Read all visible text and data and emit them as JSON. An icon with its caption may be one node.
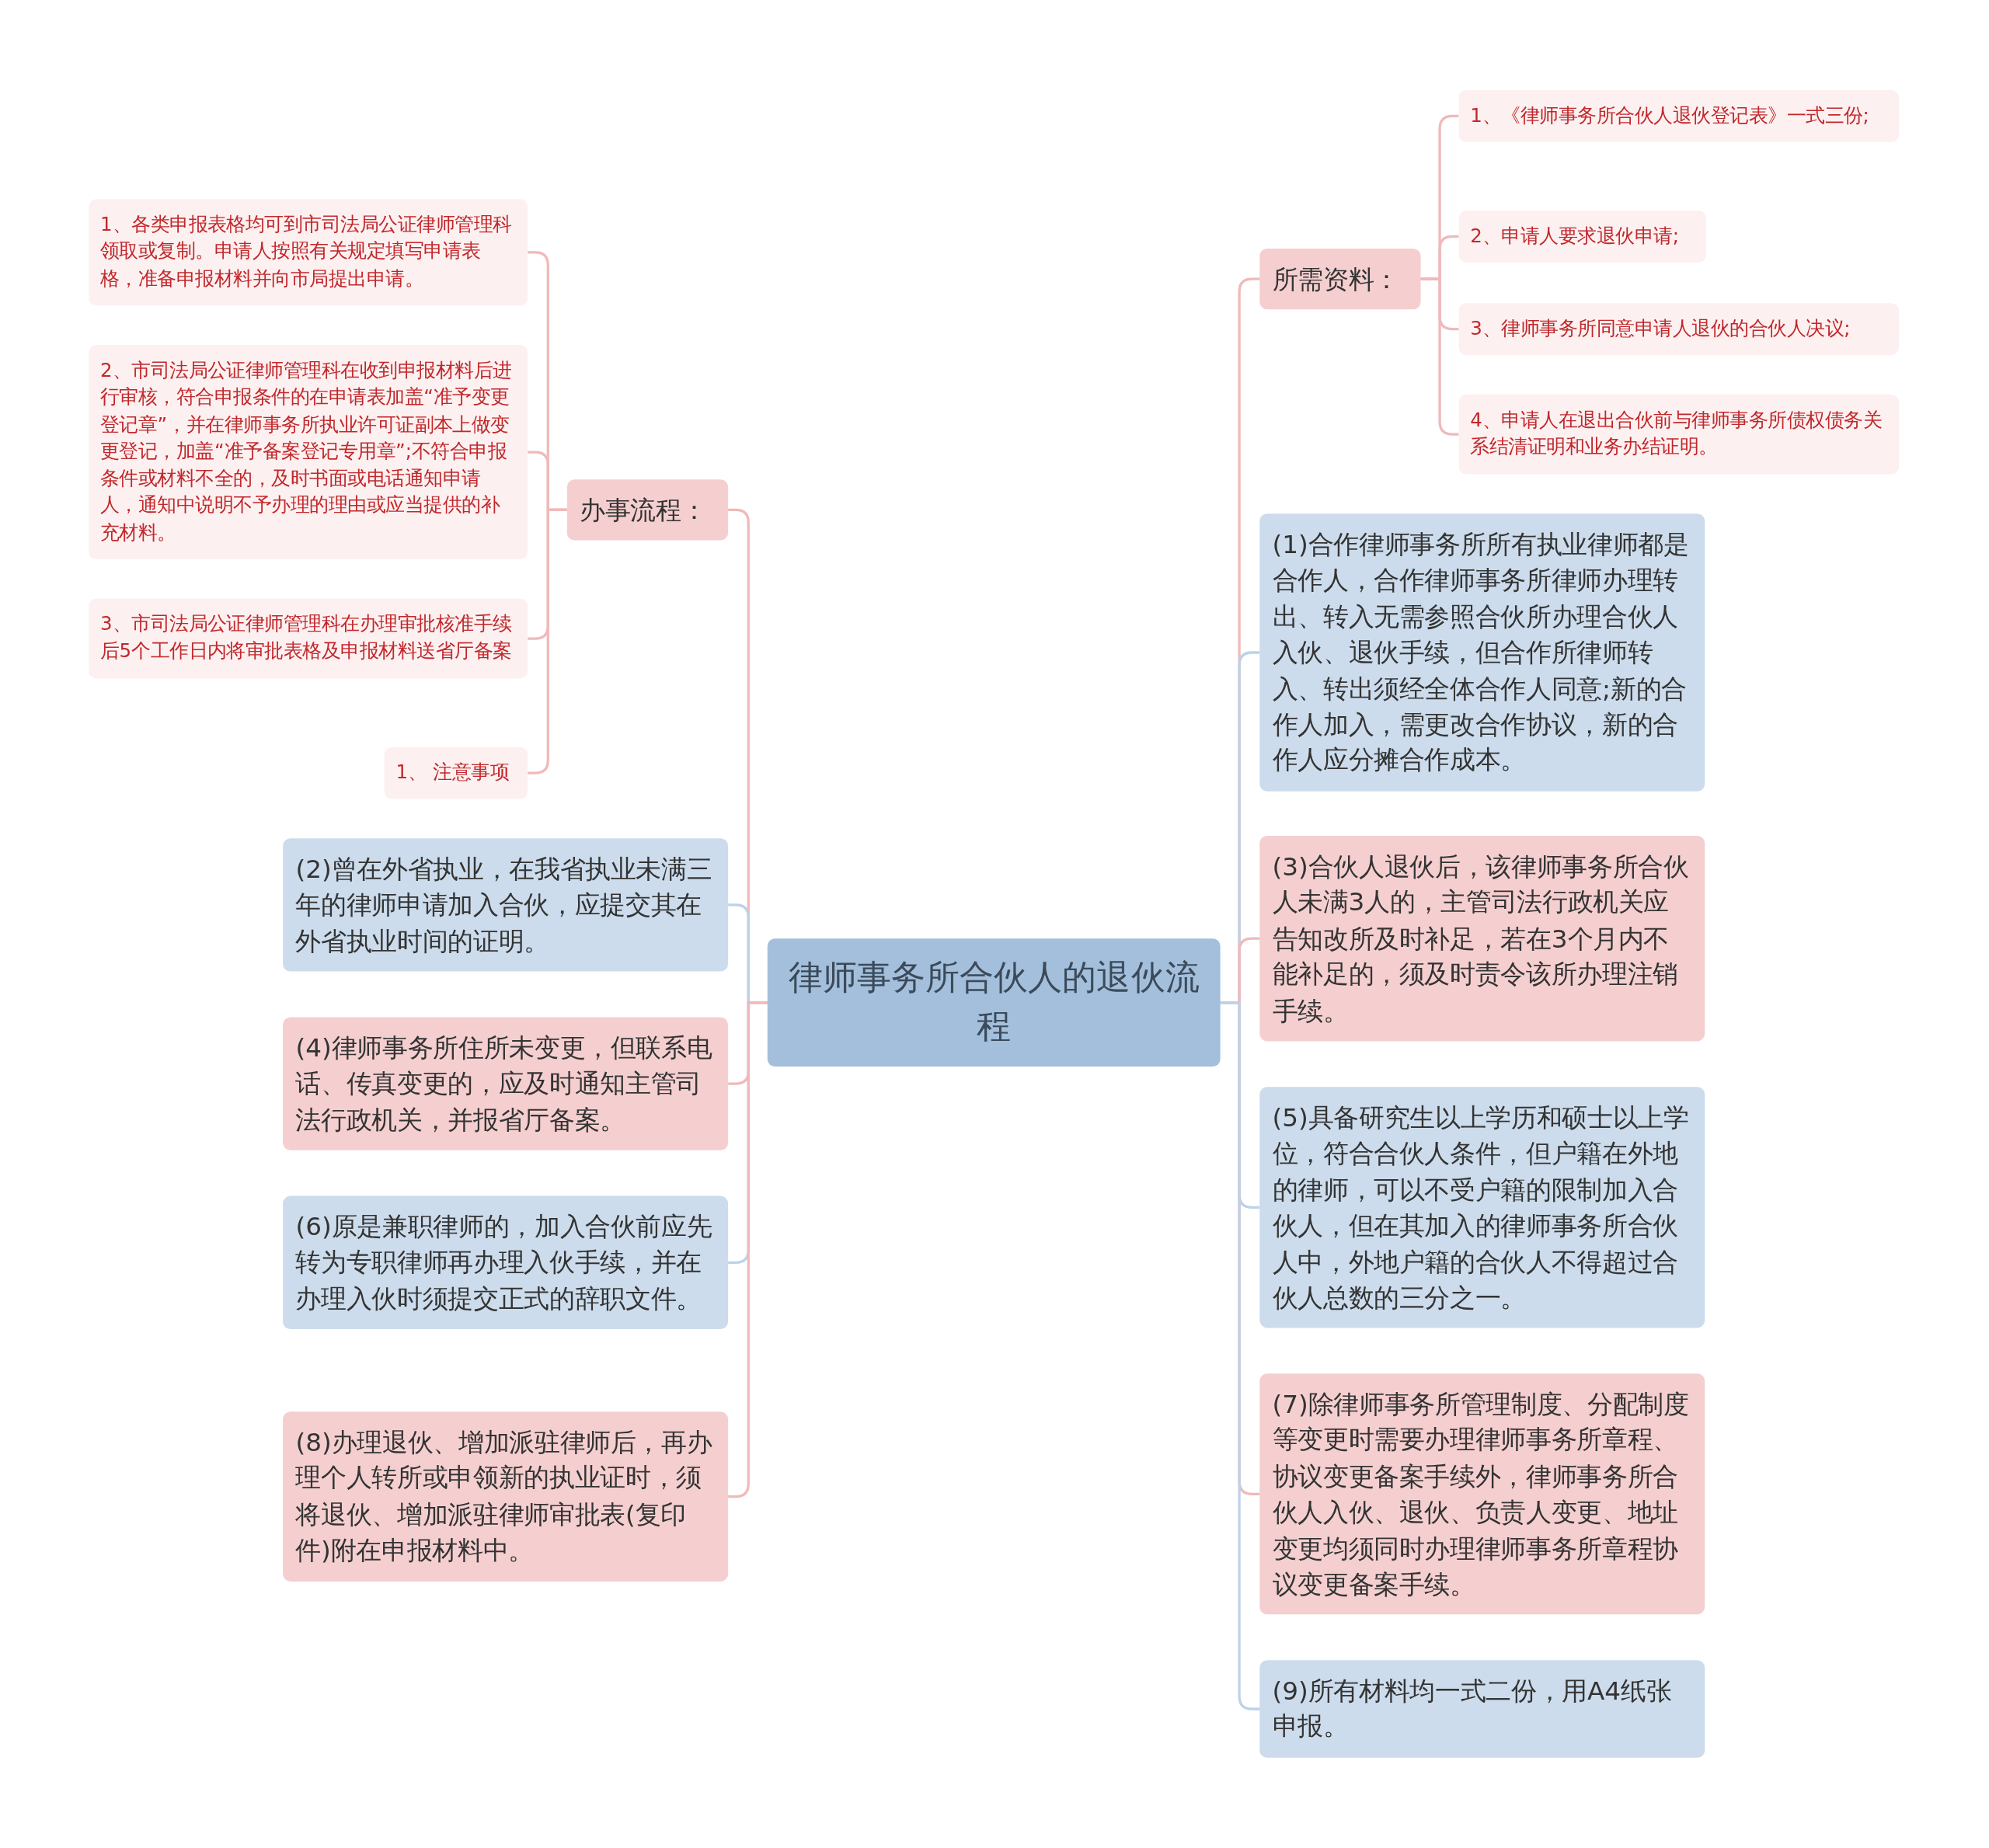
{
  "diagram": {
    "nodes": [
      {
        "text": [
          "律师事务所合伙人的退伙流程"
        ]
      },
      {
        "text": [
          "办事流程："
        ]
      },
      {
        "text": [
          "1、各类申报表格均可到市司法局公证律师管理科领取或复制。申请人按照有关规定填写申请表格，准备申报材料并向市局提出申请。"
        ]
      },
      {
        "text": [
          "2、市司法局公证律师管理科在收到申报材料后进行审核，符合申报条件的在申请表加盖“准予变更登记章”，并在律师事务所执业许可证副本上做变更登记，加盖“准予备案登记专用章”;不符合申报条件或材料不全的，及时书面或电话通知申请人，通知中说明不予办理的理由或应当提供的补充材料。"
        ]
      },
      {
        "text": [
          "3、市司法局公证律师管理科在办理审批核准手续后5个工作日内将审批表格及申报材料送省厅备案"
        ]
      },
      {
        "text": [
          "1、 注意事项"
        ]
      },
      {
        "text": [
          "(2)曾在外省执业，在我省执业未满三年的律师申请加入合伙，应提交其在外省执业时间的证明。"
        ]
      },
      {
        "text": [
          "(4)律师事务所住所未变更，但联系电话、传真变更的，应及时通知主管司法行政机关，并报省厅备案。"
        ]
      },
      {
        "text": [
          "(6)原是兼职律师的，加入合伙前应先转为专职律师再办理入伙手续，并在办理入伙时须提交正式的辞职文件。"
        ]
      },
      {
        "text": [
          "(8)办理退伙、增加派驻律师后，再办理个人转所或申领新的执业证时，须将退伙、增加派驻律师审批表(复印件)附在申报材料中。"
        ]
      },
      {
        "text": [
          "所需资料："
        ]
      },
      {
        "text": [
          "1、《律师事务所合伙人退伙登记表》一式三份;"
        ]
      },
      {
        "text": [
          "2、申请人要求退伙申请;"
        ]
      },
      {
        "text": [
          "3、律师事务所同意申请人退伙的合伙人决议;"
        ]
      },
      {
        "text": [
          "4、申请人在退出合伙前与律师事务所债权债务关系结清证明和业务办结证明。"
        ]
      },
      {
        "text": [
          "(1)合作律师事务所所有执业律师都是合作人，合作律师事务所律师办理转出、转入无需参照合伙所办理合伙人入伙、退伙手续，但合作所律师转入、转出须经全体合作人同意;新的合作人加入，需更改合作协议，新的合作人应分摊合作成本。"
        ]
      },
      {
        "text": [
          "(3)合伙人退伙后，该律师事务所合伙人未满3人的，主管司法行政机关应告知改所及时补足，若在3个月内不能补足的，须及时责令该所办理注销手续。"
        ]
      },
      {
        "text": [
          "(5)具备研究生以上学历和硕士以上学位，符合合伙人条件，但户籍在外地的律师，可以不受户籍的限制加入合伙人，但在其加入的律师事务所合伙人中，外地户籍的合伙人不得超过合伙人总数的三分之一。"
        ]
      },
      {
        "text": [
          "(7)除律师事务所管理制度、分配制度等变更时需要办理律师事务所章程、协议变更备案手续外，律师事务所合伙人入伙、退伙、负责人变更、地址变更均须同时办理律师事务所章程协议变更备案手续。"
        ]
      },
      {
        "text": [
          "(9)所有材料均一式二份，用A4纸张申报。"
        ]
      }
    ],
    "edges": [
      {
        "from": 0,
        "to": 1,
        "arrow": "none"
      },
      {
        "from": 1,
        "to": 2,
        "arrow": "none"
      },
      {
        "from": 1,
        "to": 3,
        "arrow": "none"
      },
      {
        "from": 1,
        "to": 4,
        "arrow": "none"
      },
      {
        "from": 1,
        "to": 5,
        "arrow": "none"
      },
      {
        "from": 0,
        "to": 6,
        "arrow": "none",
        "color": "#bcd2e8"
      },
      {
        "from": 0,
        "to": 7,
        "arrow": "none"
      },
      {
        "from": 0,
        "to": 8,
        "arrow": "none",
        "color": "#bcd2e8"
      },
      {
        "from": 0,
        "to": 9,
        "arrow": "none"
      },
      {
        "from": 0,
        "to": 10,
        "arrow": "none"
      },
      {
        "from": 10,
        "to": 11,
        "arrow": "none"
      },
      {
        "from": 10,
        "to": 12,
        "arrow": "none"
      },
      {
        "from": 10,
        "to": 13,
        "arrow": "none"
      },
      {
        "from": 10,
        "to": 14,
        "arrow": "none"
      },
      {
        "from": 0,
        "to": 15,
        "arrow": "none",
        "color": "#bcd2e8"
      },
      {
        "from": 0,
        "to": 16,
        "arrow": "none"
      },
      {
        "from": 0,
        "to": 17,
        "arrow": "none",
        "color": "#bcd2e8"
      },
      {
        "from": 0,
        "to": 18,
        "arrow": "none"
      },
      {
        "from": 0,
        "to": 19,
        "arrow": "none",
        "color": "#bcd2e8"
      }
    ]
  }
}
